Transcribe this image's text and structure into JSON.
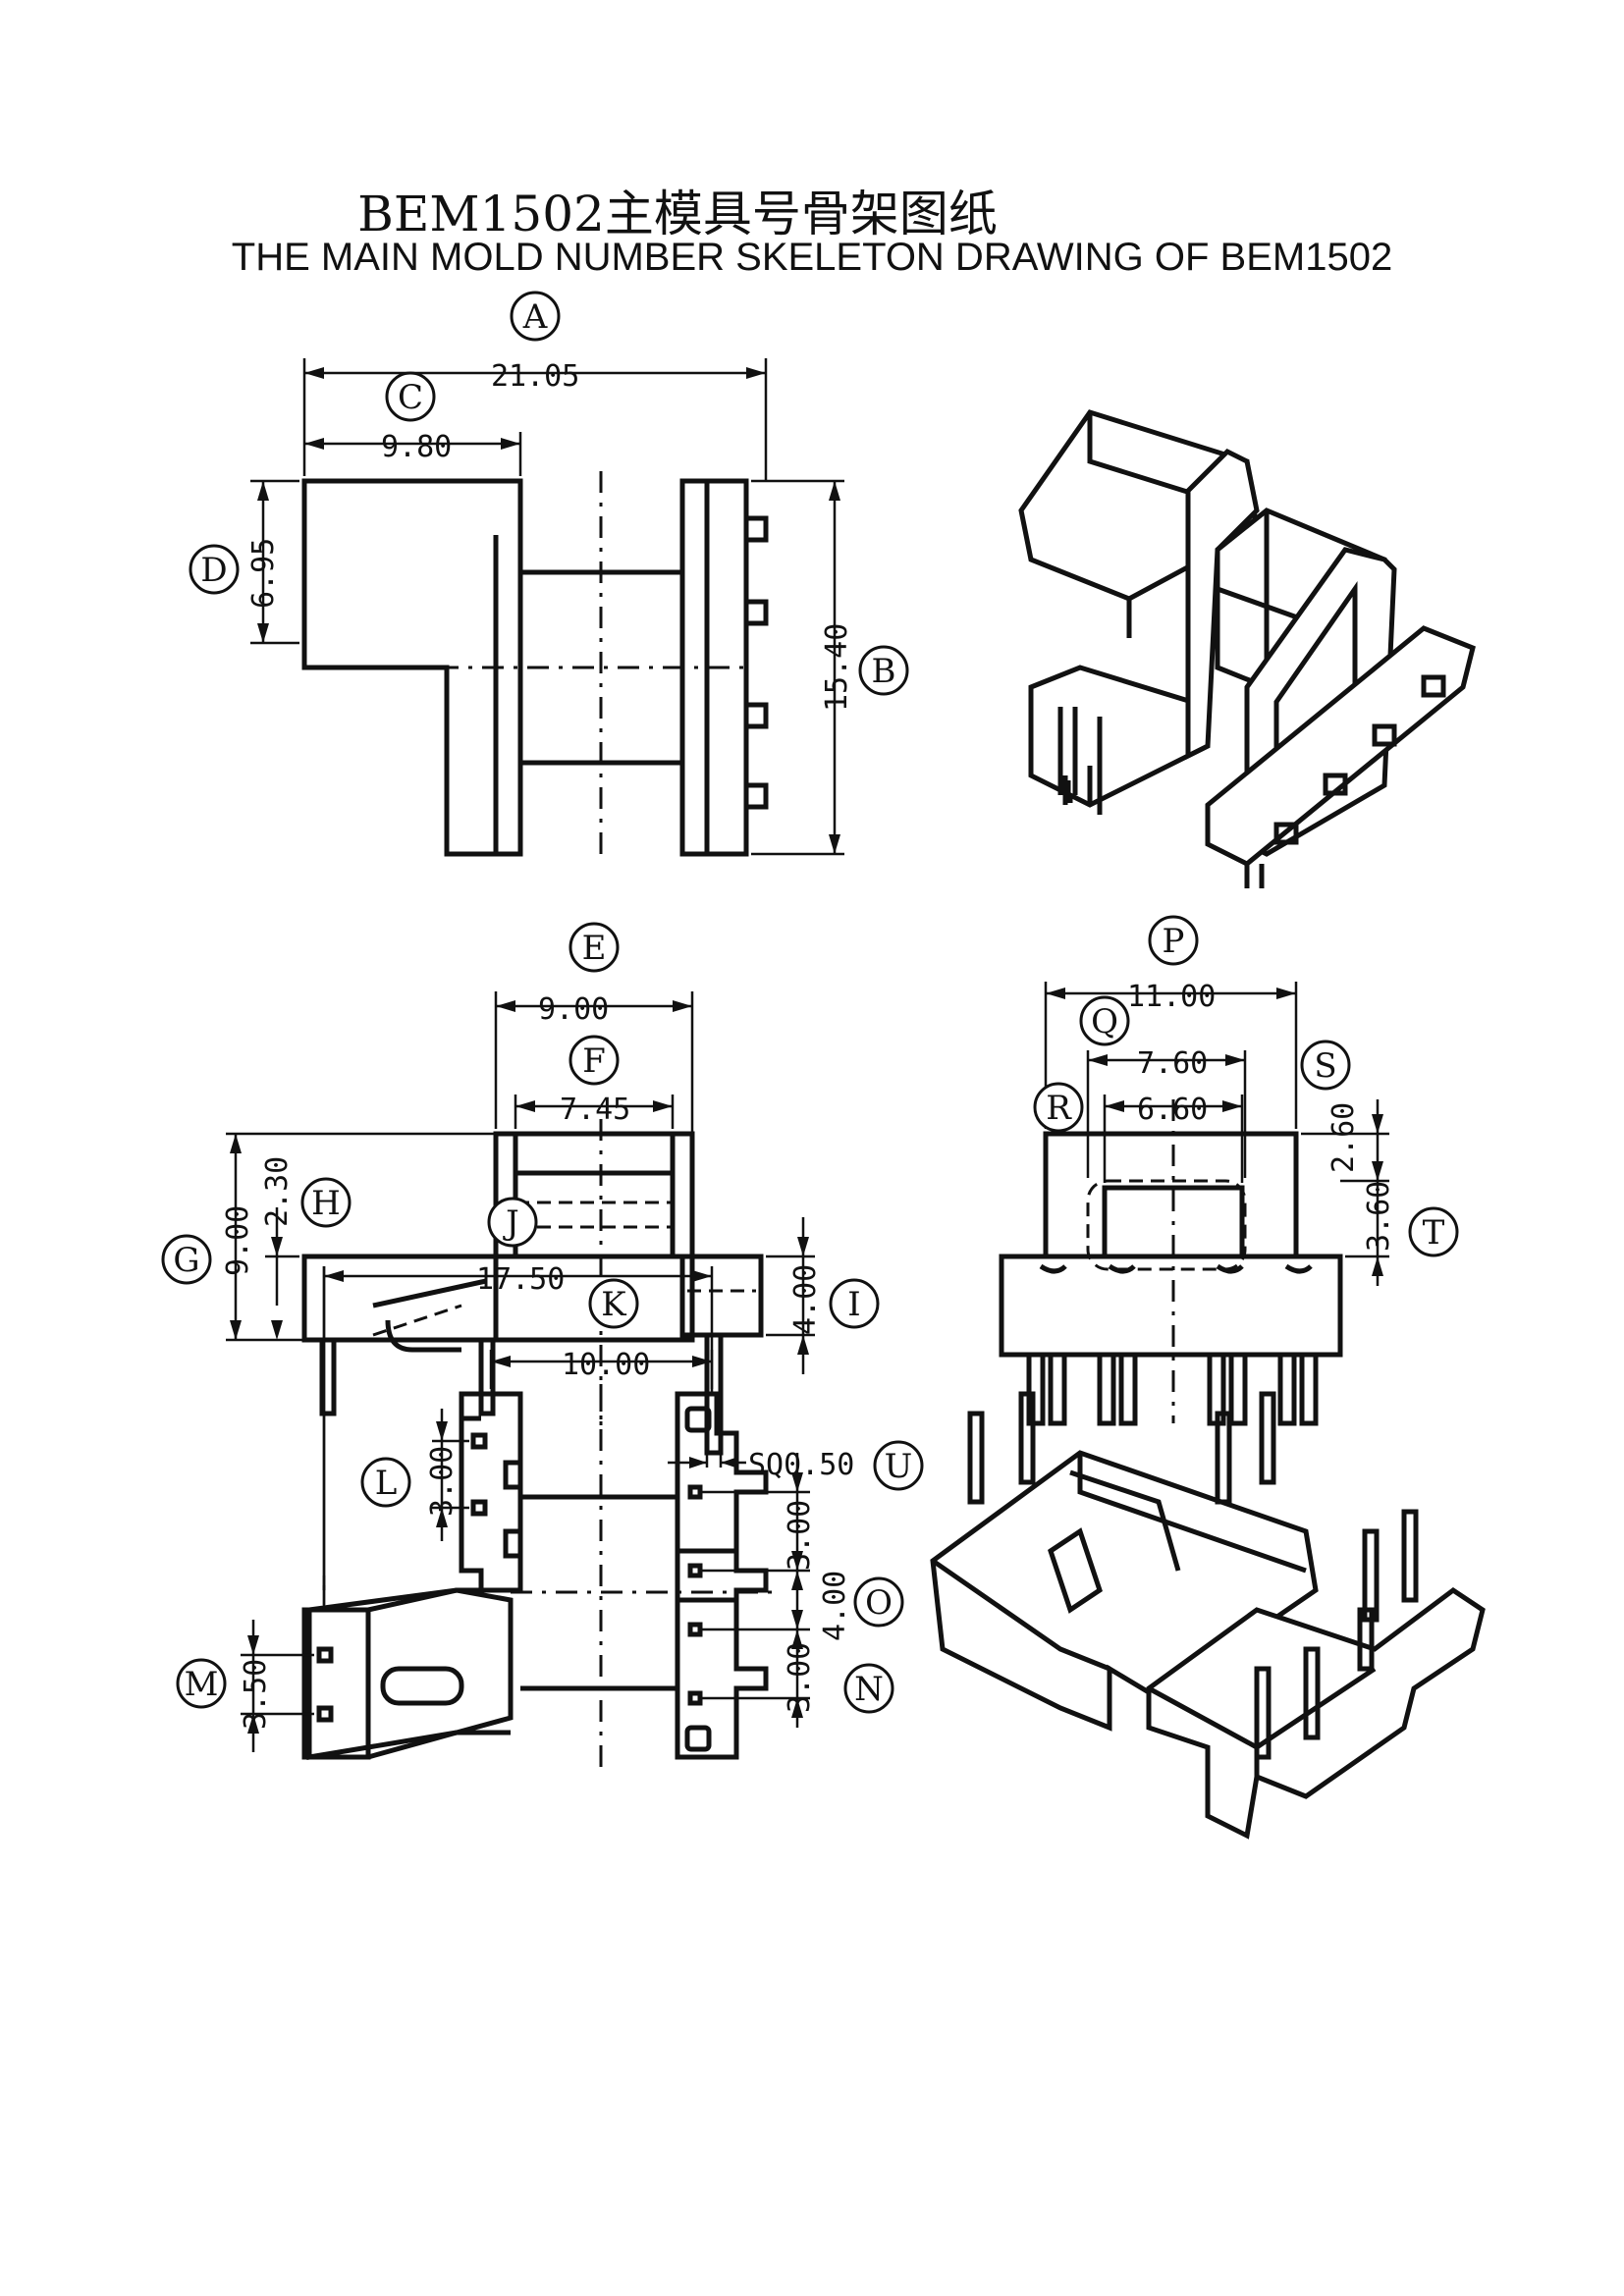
{
  "title_cn": "BEM1502主模具号骨架图纸",
  "title_en": "THE MAIN MOLD NUMBER SKELETON DRAWING OF BEM1502",
  "dimensions": {
    "A": "21.05",
    "B": "15.40",
    "C": "9.80",
    "D": "6.95",
    "E": "9.00",
    "F": "7.45",
    "G": "9.00",
    "H": "2.30",
    "I": "4.00",
    "J": "17.50",
    "K": "10.00",
    "L": "3.00",
    "M": "3.50",
    "N": "3.00",
    "O": "4.00",
    "O2": "3.00",
    "P": "11.00",
    "Q": "7.60",
    "R": "6.60",
    "S": "2.60",
    "T": "3.60",
    "U": "SQ0.50"
  },
  "letters": [
    "A",
    "B",
    "C",
    "D",
    "E",
    "F",
    "G",
    "H",
    "I",
    "J",
    "K",
    "L",
    "M",
    "N",
    "O",
    "P",
    "Q",
    "R",
    "S",
    "T",
    "U"
  ]
}
